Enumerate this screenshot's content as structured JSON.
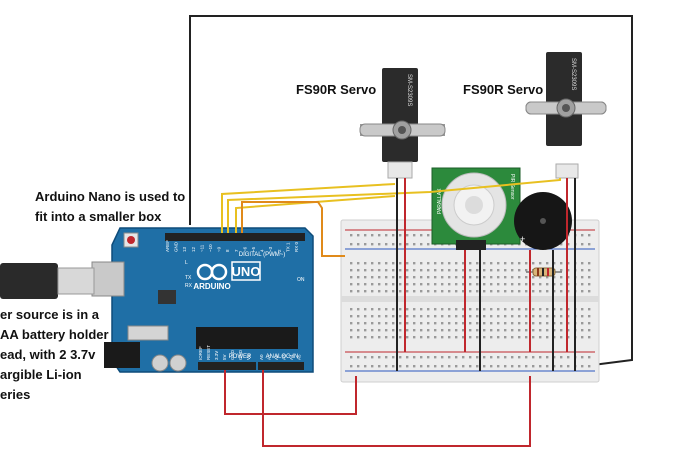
{
  "annotations": {
    "servo_left": "FS90R Servo",
    "servo_right": "FS90R Servo",
    "nano_note": [
      "Arduino Nano is used to",
      "fit into a smaller box"
    ],
    "power_note": [
      "er source is in a",
      "AA battery holder",
      "ead, with 2 3.7v",
      "argible Li-ion",
      "eries"
    ]
  },
  "board": {
    "brand": "ARDUINO",
    "model": "UNO",
    "digital_header": "DIGITAL (PWM~)",
    "power_header": "POWER",
    "analog_header": "ANALOG IN",
    "on_label": "ON",
    "tx_label": "TX",
    "rx_label": "RX",
    "l_label": "L",
    "digital_pins": [
      "AREF",
      "GND",
      "13",
      "12",
      "~11",
      "~10",
      "~9",
      "8",
      "7",
      "~6",
      "~5",
      "4",
      "~3",
      "2",
      "TX 1",
      "RX 0"
    ],
    "power_pins": [
      "IOREF",
      "RESET",
      "3.3V",
      "5V",
      "GND",
      "GND",
      "Vin"
    ],
    "analog_pins": [
      "A0",
      "A1",
      "A2",
      "A3",
      "A4",
      "A5"
    ]
  },
  "servo_model": "SM-S2309S",
  "pir": {
    "top_label": "PIR Sensor",
    "side_label": "PARALLAX"
  },
  "colors": {
    "board": "#1f6fa6",
    "sensor": "#2c8a3c",
    "wire_yellow": "#e8c020",
    "wire_orange": "#e08a1a",
    "wire_red": "#c0272d",
    "wire_black": "#222222",
    "breadboard": "#ededed"
  }
}
